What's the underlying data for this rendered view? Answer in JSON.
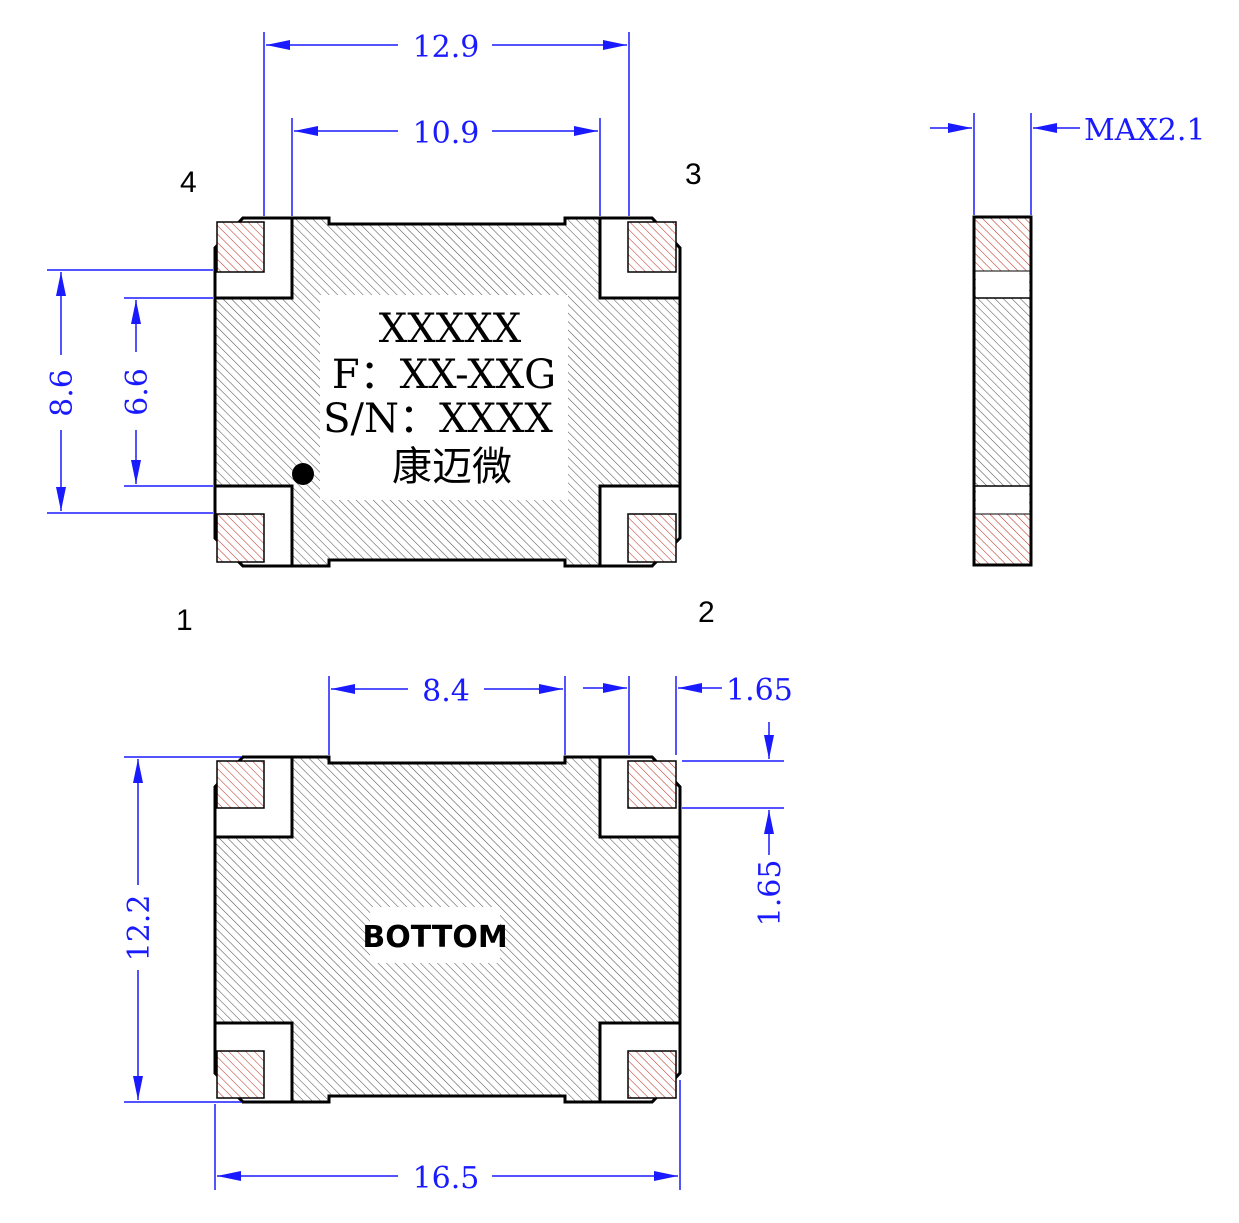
{
  "top_view": {
    "dims": {
      "overall_width": "12.9",
      "inner_width": "10.9",
      "overall_height": "8.6",
      "inner_height": "6.6"
    },
    "pins": {
      "p1": "1",
      "p2": "2",
      "p3": "3",
      "p4": "4"
    },
    "marking": {
      "line1": "XXXXX",
      "line2": "F：XX-XXG",
      "line3": "S/N：XXXX",
      "line4": "康迈微"
    }
  },
  "side_view": {
    "thickness": "MAX2.1"
  },
  "bottom_view": {
    "label": "BOTTOM",
    "dims": {
      "pad_gap": "8.4",
      "pad_width": "1.65",
      "pad_height": "1.65",
      "body_height": "12.2",
      "body_width": "16.5"
    }
  },
  "colors": {
    "dimension": "#1a1aff",
    "outline": "#000000",
    "pad_hatch": "#c0392b",
    "body_hatch": "#555555"
  }
}
